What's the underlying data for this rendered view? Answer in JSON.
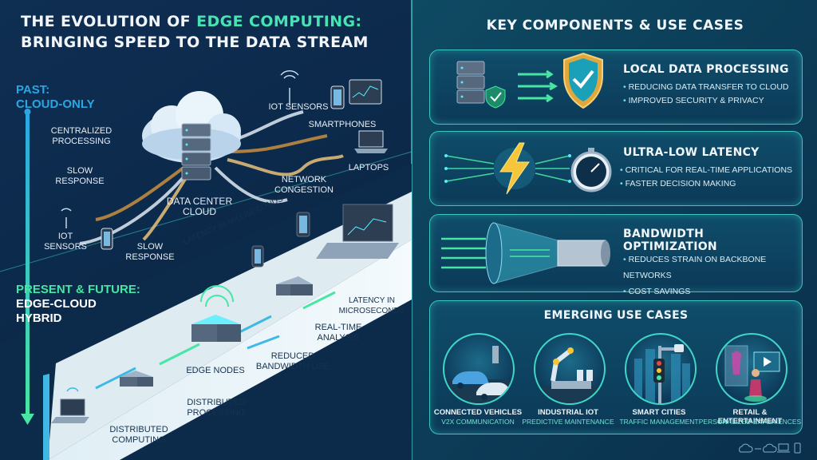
{
  "title": {
    "line1_pre": "THE EVOLUTION OF ",
    "line1_highlight": "EDGE COMPUTING:",
    "line2": "BRINGING SPEED TO THE DATA STREAM"
  },
  "past": {
    "header_line1": "PAST:",
    "header_line2": "CLOUD-ONLY",
    "centralized": "CENTRALIZED PROCESSING",
    "slow_response_1": "SLOW RESPONSE",
    "slow_response_2": "SLOW RESPONSE",
    "iot_sensors_top": "IOT SENSORS",
    "iot_sensors_left": "IOT SENSORS",
    "smartphones": "SMARTPHONES",
    "laptops": "LAPTOPS",
    "network_congestion": "NETWORK CONGESTION",
    "data_center": "DATA CENTER CLOUD",
    "latency_ms": "LATENCY IN MILLISECONDS"
  },
  "present": {
    "header_line1": "PRESENT & FUTURE:",
    "header_line2": "EDGE-CLOUD",
    "header_line3": "HYBRID",
    "latency_us": "LATENCY IN MICROSECONDS",
    "real_time": "REAL-TIME ANALYSIS",
    "reduced_bw": "REDUCED BANDWIDTH USE",
    "edge_nodes": "EDGE NODES",
    "distributed_processing": "DISTRIBUTED PROCESSING",
    "distributed_computing": "DISTRIBUTED COMPUTING"
  },
  "right": {
    "header": "KEY COMPONENTS & USE CASES",
    "panels": [
      {
        "title": "LOCAL DATA PROCESSING",
        "bullets": [
          "REDUCING DATA TRANSFER TO CLOUD",
          "IMPROVED SECURITY & PRIVACY"
        ]
      },
      {
        "title": "ULTRA-LOW LATENCY",
        "bullets": [
          "CRITICAL FOR REAL-TIME APPLICATIONS",
          "FASTER DECISION MAKING"
        ]
      },
      {
        "title": "BANDWIDTH OPTIMIZATION",
        "bullets": [
          "REDUCES STRAIN ON BACKBONE NETWORKS",
          "COST SAVINGS"
        ]
      }
    ],
    "emerging": {
      "title": "EMERGING USE CASES",
      "cases": [
        {
          "name": "CONNECTED VEHICLES",
          "sub": "V2X COMMUNICATION"
        },
        {
          "name": "INDUSTRIAL IOT",
          "sub": "PREDICTIVE MAINTENANCE"
        },
        {
          "name": "SMART CITIES",
          "sub": "TRAFFIC MANAGEMENT"
        },
        {
          "name": "RETAIL & ENTERTAINMENT",
          "sub": "PERSONALIZED EXPERIENCES"
        }
      ]
    }
  },
  "colors": {
    "accent": "#48e3b2",
    "panel_border": "#39c6c0",
    "background": "#0a2440"
  },
  "icons": [
    "cloud-icon",
    "server-icon",
    "shield-check-icon",
    "lightning-icon",
    "stopwatch-icon",
    "funnel-pipe-icon",
    "car-icon",
    "robot-arm-icon",
    "traffic-light-icon",
    "shopper-icon",
    "laptop-icon",
    "smartphone-icon",
    "antenna-icon"
  ]
}
